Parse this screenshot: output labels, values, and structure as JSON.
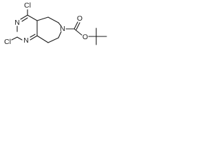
{
  "molecule": {
    "atoms": {
      "cl_top": "Cl",
      "cl_left": "Cl",
      "n_pyrimidine_upper": "N",
      "n_pyrimidine_lower": "N",
      "n_azepine": "N",
      "o_carbonyl": "O",
      "o_ester": "O"
    }
  }
}
